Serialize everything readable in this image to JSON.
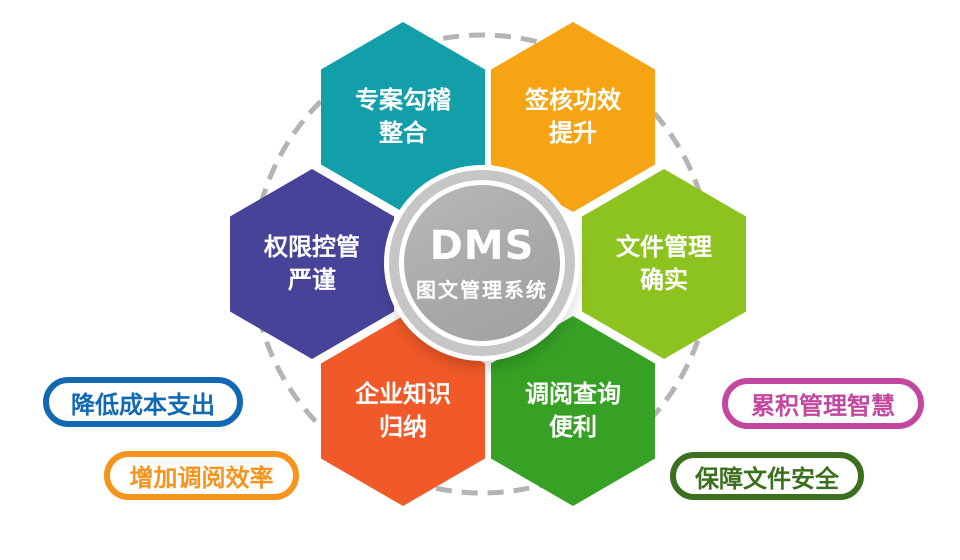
{
  "diagram": {
    "center": {
      "title": "DMS",
      "subtitle": "图文管理系统",
      "inner_color": "#a9a9a9",
      "ring_color": "#c6c6c6"
    },
    "dashed_ring_color": "#b4b4b4",
    "hexagons": [
      {
        "name": "project-reconciliation",
        "line1": "专案勾稽",
        "line2": "整合",
        "color": "#129faa"
      },
      {
        "name": "approval-efficiency",
        "line1": "签核功效",
        "line2": "提升",
        "color": "#f7a414"
      },
      {
        "name": "permission-control",
        "line1": "权限控管",
        "line2": "严谨",
        "color": "#474399"
      },
      {
        "name": "file-management",
        "line1": "文件管理",
        "line2": "确实",
        "color": "#8dc31f"
      },
      {
        "name": "knowledge-consolidation",
        "line1": "企业知识",
        "line2": "归纳",
        "color": "#f15a28"
      },
      {
        "name": "retrieval-convenience",
        "line1": "调阅查询",
        "line2": "便利",
        "color": "#36a125"
      }
    ],
    "badges": [
      {
        "name": "reduce-cost",
        "label": "降低成本支出",
        "color": "#1268b3"
      },
      {
        "name": "increase-retrieval-rate",
        "label": "增加调阅效率",
        "color": "#f7941d"
      },
      {
        "name": "accumulate-wisdom",
        "label": "累积管理智慧",
        "color": "#c2489f"
      },
      {
        "name": "protect-file-security",
        "label": "保障文件安全",
        "color": "#3c701e"
      }
    ]
  }
}
